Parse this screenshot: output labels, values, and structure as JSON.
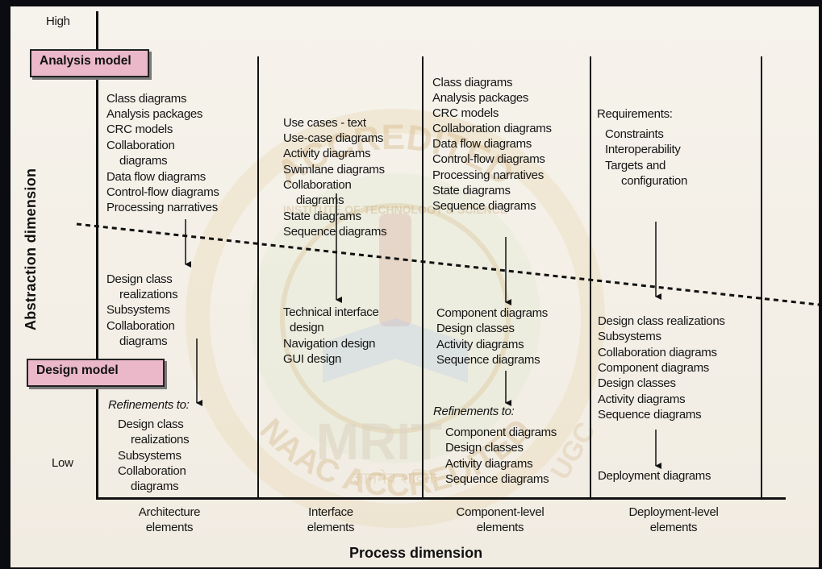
{
  "axes": {
    "abstraction_label": "Abstraction dimension",
    "process_label": "Process dimension",
    "high_label": "High",
    "low_label": "Low"
  },
  "models": {
    "analysis_label": "Analysis model",
    "design_label": "Design model"
  },
  "watermark": {
    "top_text": "ACCREDITED",
    "mid_text": "MRIT",
    "institute_text": "INSTITUTE OF TECHNOLOGY & SCIENCE",
    "bottom_text": "NAAC ACCREDITED",
    "ugc_text": "UGC",
    "hindi_text": "ज्ञानमेव शक्तिः",
    "colors": {
      "ring": "#e8cfa4",
      "text": "#c9a56a",
      "green": "#a9c79b",
      "red": "#c98c7e"
    }
  },
  "columns": [
    {
      "footer_lines": [
        "Architecture",
        "elements"
      ],
      "analysis_items": [
        "Class diagrams",
        "Analysis packages",
        "CRC models",
        "Collaboration",
        "diagrams",
        "Data flow diagrams",
        "Control-flow diagrams",
        "Processing narratives"
      ],
      "design_items": [
        "Design class",
        "realizations",
        "Subsystems",
        "Collaboration",
        "diagrams"
      ],
      "refinements_label": "Refinements to:",
      "refinement_items": [
        "Design class",
        "realizations",
        "Subsystems",
        "Collaboration",
        "diagrams"
      ]
    },
    {
      "footer_lines": [
        "Interface",
        "elements"
      ],
      "analysis_items": [
        "Use cases - text",
        "Use-case diagrams",
        "Activity diagrams",
        "Swimlane diagrams",
        "Collaboration",
        "diagrams",
        "State diagrams",
        "Sequence diagrams"
      ],
      "design_items": [
        "Technical interface",
        "design",
        "Navigation design",
        "GUI design"
      ]
    },
    {
      "footer_lines": [
        "Component-level",
        "elements"
      ],
      "analysis_items": [
        "Class diagrams",
        "Analysis packages",
        "CRC models",
        "Collaboration diagrams",
        "Data flow diagrams",
        "Control-flow diagrams",
        "Processing narratives",
        "State diagrams",
        "Sequence diagrams"
      ],
      "design_items": [
        "Component diagrams",
        "Design classes",
        "Activity diagrams",
        "Sequence diagrams"
      ],
      "refinements_label": "Refinements to:",
      "refinement_items": [
        "Component diagrams",
        "Design classes",
        "Activity diagrams",
        "Sequence diagrams"
      ]
    },
    {
      "footer_lines": [
        "Deployment-level",
        "elements"
      ],
      "analysis_items": [
        "Requirements:",
        "Constraints",
        "Interoperability",
        "Targets and",
        "configuration"
      ],
      "design_items": [
        "Design class realizations",
        "Subsystems",
        "Collaboration diagrams",
        "Component diagrams",
        "Design classes",
        "Activity diagrams",
        "Sequence diagrams"
      ],
      "deployment_items": [
        "Deployment diagrams"
      ]
    }
  ]
}
